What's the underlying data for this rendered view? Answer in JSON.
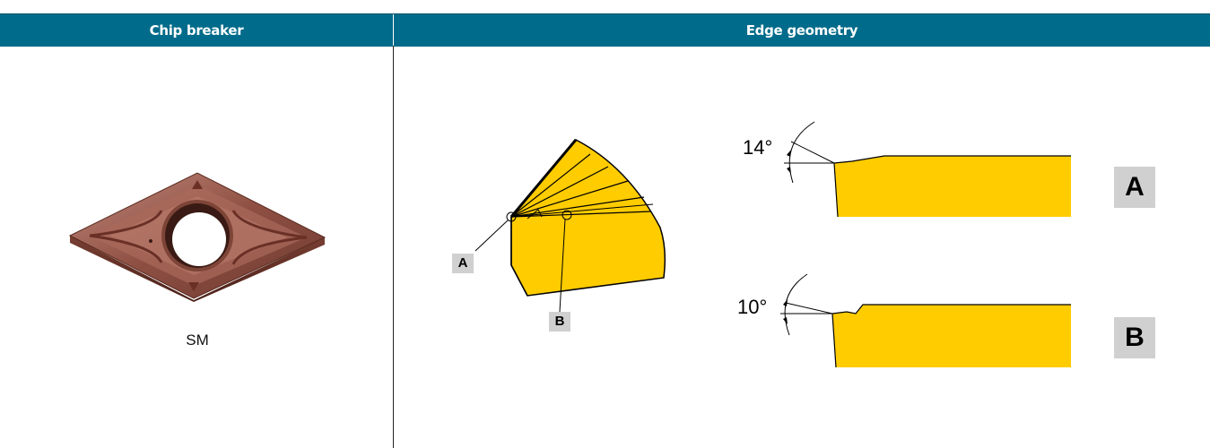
{
  "table": {
    "columns": [
      "Chip breaker",
      "Edge geometry"
    ]
  },
  "chip_breaker": {
    "name": "SM"
  },
  "edge_geometry": {
    "callout_a": "A",
    "callout_b": "B",
    "section_a": {
      "label": "A",
      "angle": "14°"
    },
    "section_b": {
      "label": "B",
      "angle": "10°"
    }
  },
  "colors": {
    "header_bg": "#006b8a",
    "header_text": "#ffffff",
    "insert_fill": "#ffcc00",
    "insert_body": "#9a5a4a",
    "label_box": "#d0d0d0"
  }
}
